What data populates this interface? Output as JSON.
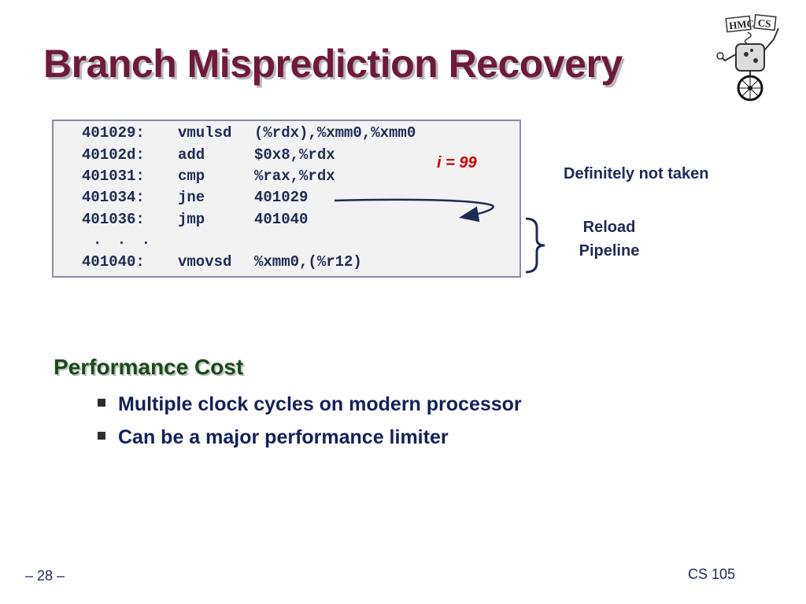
{
  "slide": {
    "title": "Branch Misprediction Recovery",
    "logo_text": {
      "left": "HMC",
      "right": "CS"
    }
  },
  "code": {
    "lines": [
      {
        "addr": "401029:",
        "op": "vmulsd",
        "args": "(%rdx),%xmm0,%xmm0"
      },
      {
        "addr": "40102d:",
        "op": "add",
        "args": "$0x8,%rdx"
      },
      {
        "addr": "401031:",
        "op": "cmp",
        "args": "%rax,%rdx"
      },
      {
        "addr": "401034:",
        "op": "jne",
        "args": "401029"
      },
      {
        "addr": "401036:",
        "op": "jmp",
        "args": "401040"
      },
      {
        "addr": ". . .",
        "op": "",
        "args": ""
      },
      {
        "addr": "401040:",
        "op": "vmovsd",
        "args": "%xmm0,(%r12)"
      }
    ]
  },
  "annotations": {
    "iteration": "i = 99",
    "definitely_not_taken": "Definitely not taken",
    "reload_line1": "Reload",
    "reload_line2": "Pipeline"
  },
  "performance": {
    "heading": "Performance Cost",
    "bullets": [
      "Multiple clock cycles on modern processor",
      "Can be a major performance limiter"
    ]
  },
  "footer": {
    "page": "– 28 –",
    "course": "CS 105"
  },
  "colors": {
    "title": "#6e1a3a",
    "code_text": "#1f2a56",
    "iteration": "#cc0000",
    "heading_green": "#1a4a1a",
    "code_box_bg": "#f2f2f2"
  }
}
